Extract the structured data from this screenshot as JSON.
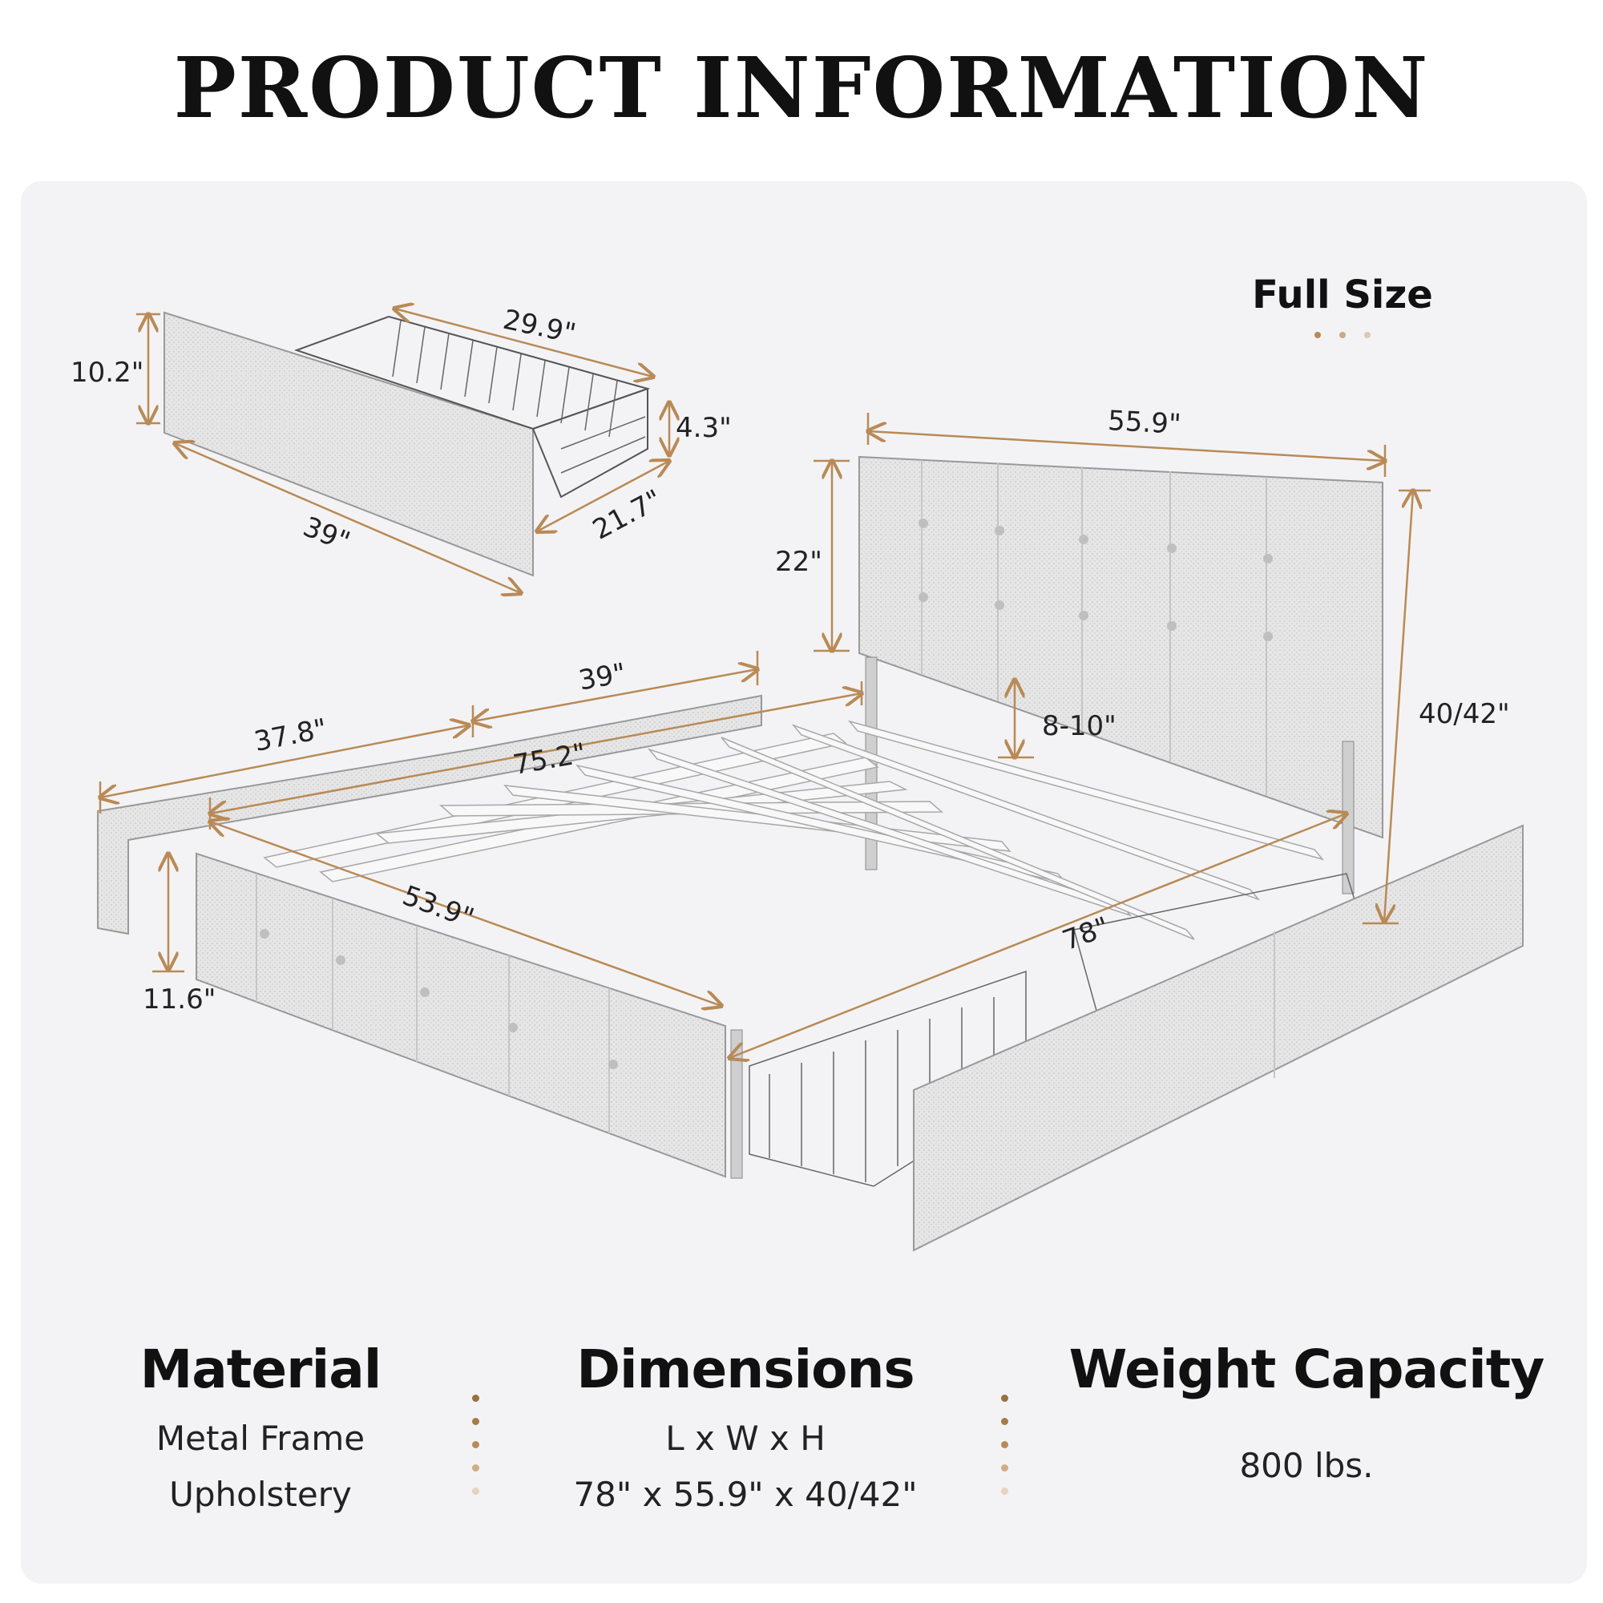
{
  "title": "PRODUCT INFORMATION",
  "size_label": "Full Size",
  "accent_color": "#b98a56",
  "dimensions": {
    "drawer_height": "10.2\"",
    "drawer_inner_length": "29.9\"",
    "drawer_inner_height": "4.3\"",
    "drawer_length": "39\"",
    "drawer_depth": "21.7\"",
    "headboard_width": "55.9\"",
    "headboard_height": "22\"",
    "overall_height": "40/42\"",
    "headboard_adjust": "8-10\"",
    "side_rail_39": "39\"",
    "side_rail_37": "37.8\"",
    "inner_length": "75.2\"",
    "inner_width": "53.9\"",
    "overall_length": "78\"",
    "clearance": "11.6\""
  },
  "specs": [
    {
      "heading": "Material",
      "lines": [
        "Metal Frame",
        "Upholstery"
      ]
    },
    {
      "heading": "Dimensions",
      "lines": [
        "L x W x H",
        "78\" x 55.9\" x 40/42\""
      ]
    },
    {
      "heading": "Weight Capacity",
      "lines": [
        "800 lbs."
      ]
    }
  ]
}
